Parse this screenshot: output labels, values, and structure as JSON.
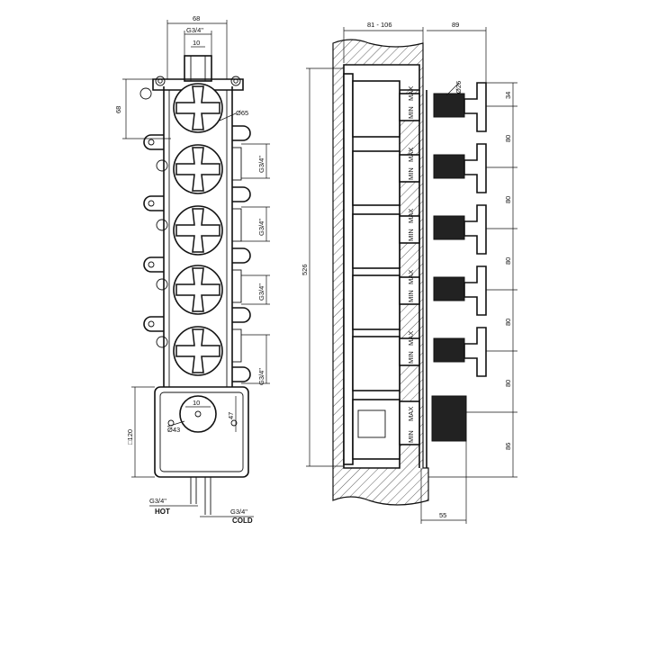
{
  "front": {
    "dim_top_width": "68",
    "dim_top_thread": "G3/4\"",
    "dim_top_small": "10",
    "dim_pitch": "68",
    "dim_knob_dia": "Ø65",
    "side_threads": [
      "G3/4\"",
      "G3/4\"",
      "G3/4\"",
      "G3/4\""
    ],
    "box_small": "10",
    "box_knob_dia": "Ø43",
    "box_offset": "47",
    "box_size": "□120",
    "hot_thread": "G3/4\"",
    "hot_label": "HOT",
    "cold_thread": "G3/4\"",
    "cold_label": "COLD"
  },
  "side": {
    "dim_wall": "81 - 106",
    "dim_proj": "89",
    "dim_total": "526",
    "dim_handle_dia": "Ø26",
    "dim_first": "34",
    "dim_pitches": [
      "80",
      "80",
      "80",
      "80",
      "80"
    ],
    "dim_last": "86",
    "dim_bottom": "55",
    "min_label": "MIN",
    "max_label": "MAX"
  }
}
